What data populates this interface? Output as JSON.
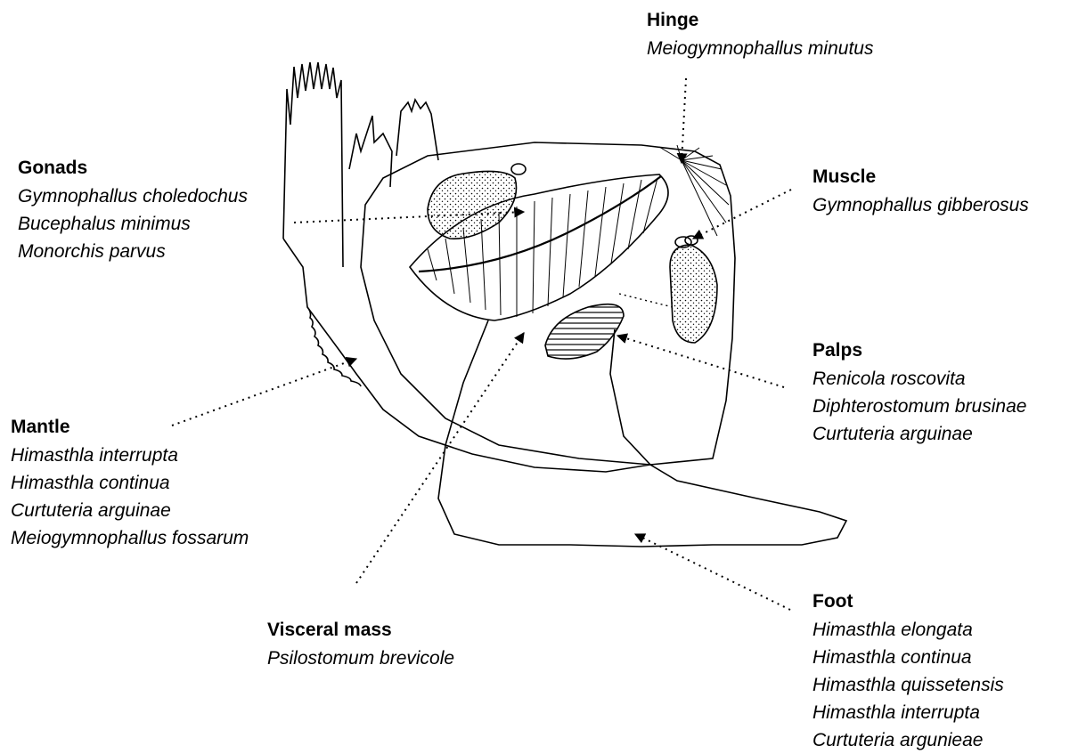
{
  "diagram": {
    "labels": [
      {
        "id": "hinge",
        "title": "Hinge",
        "species": [
          "Meiogymnophallus minutus"
        ]
      },
      {
        "id": "gonads",
        "title": "Gonads",
        "species": [
          "Gymnophallus choledochus",
          "Bucephalus minimus",
          "Monorchis parvus"
        ]
      },
      {
        "id": "muscle",
        "title": "Muscle",
        "species": [
          "Gymnophallus gibberosus"
        ]
      },
      {
        "id": "palps",
        "title": "Palps",
        "species": [
          "Renicola roscovita",
          "Diphterostomum brusinae",
          "Curtuteria arguinae"
        ]
      },
      {
        "id": "mantle",
        "title": "Mantle",
        "species": [
          "Himasthla interrupta",
          "Himasthla continua",
          "Curtuteria arguinae",
          "Meiogymnophallus fossarum"
        ]
      },
      {
        "id": "visceral",
        "title": "Visceral mass",
        "species": [
          "Psilostomum brevicole"
        ]
      },
      {
        "id": "foot",
        "title": "Foot",
        "species": [
          "Himasthla elongata",
          "Himasthla continua",
          "Himasthla quissetensis",
          "Himasthla interrupta",
          "Curtuteria argunieae"
        ]
      }
    ]
  }
}
